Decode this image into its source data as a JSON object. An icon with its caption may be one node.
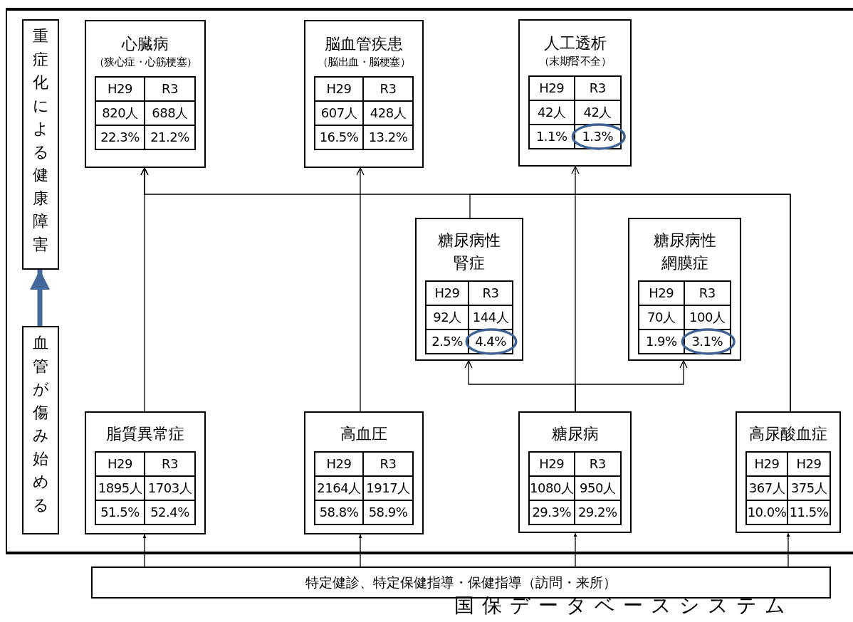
{
  "diagram": {
    "nodes": [
      {
        "text": [
          "重症化による健康障害"
        ]
      },
      {
        "text": [
          "血管が傷み始める"
        ]
      },
      {
        "text": [
          "心臓病",
          "（狭心症・心筋梗塞）",
          "H29",
          "R3",
          "820人",
          "688人",
          "22.3%",
          "21.2%"
        ]
      },
      {
        "text": [
          "脳血管疾患",
          "（脳出血・脳梗塞）",
          "H29",
          "R3",
          "607人",
          "428人",
          "16.5%",
          "13.2%"
        ]
      },
      {
        "text": [
          "人工透析",
          "（末期腎不全）",
          "H29",
          "R3",
          "42人",
          "42人",
          "1.1%",
          "1.3%"
        ]
      },
      {
        "text": [
          "糖尿病性腎症",
          "H29",
          "R3",
          "92人",
          "144人",
          "2.5%",
          "4.4%"
        ]
      },
      {
        "text": [
          "糖尿病性網膜症",
          "H29",
          "R3",
          "70人",
          "100人",
          "1.9%",
          "3.1%"
        ]
      },
      {
        "text": [
          "脂質異常症",
          "H29",
          "R3",
          "1895人",
          "1703人",
          "51.5%",
          "52.4%"
        ]
      },
      {
        "text": [
          "高血圧",
          "H29",
          "R3",
          "2164人",
          "1917人",
          "58.8%",
          "58.9%"
        ]
      },
      {
        "text": [
          "糖尿病",
          "H29",
          "R3",
          "1080人",
          "950人",
          "29.3%",
          "29.2%"
        ]
      },
      {
        "text": [
          "高尿酸血症",
          "H29",
          "H29",
          "367人",
          "375人",
          "10.0%",
          "11.5%"
        ]
      },
      {
        "text": [
          "特定健診、特定保健指導・保健指導（訪問・来所）"
        ]
      }
    ],
    "edges": [
      {
        "from": 1,
        "to": 0,
        "arrow": "to",
        "style": "thick",
        "color": "#41679b"
      },
      {
        "from": 7,
        "to": 2,
        "arrow": "to"
      },
      {
        "from": 8,
        "to": 3,
        "arrow": "to"
      },
      {
        "from": 9,
        "to": 4,
        "arrow": "to"
      },
      {
        "from": 10,
        "to": 2,
        "arrow": "to"
      },
      {
        "from": 10,
        "to": 5,
        "arrow": "to"
      },
      {
        "from": 9,
        "to": 5,
        "arrow": "to"
      },
      {
        "from": 9,
        "to": 6,
        "arrow": "to"
      },
      {
        "from": 11,
        "to": 7,
        "arrow": "to"
      },
      {
        "from": 11,
        "to": 8,
        "arrow": "to"
      },
      {
        "from": 11,
        "to": 9,
        "arrow": "to"
      },
      {
        "from": 11,
        "to": 10,
        "arrow": "to"
      }
    ],
    "labels": [
      "国保データベースシステム"
    ]
  }
}
